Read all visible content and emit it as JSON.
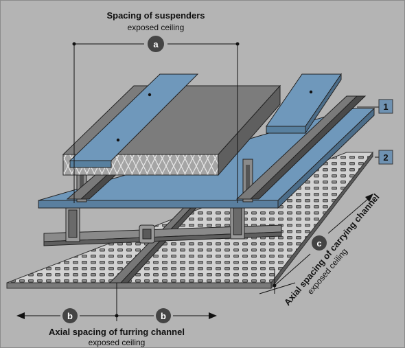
{
  "top_caption": {
    "title": "Spacing of suspenders",
    "subtitle": "exposed ceiling"
  },
  "bottom_caption": {
    "title": "Axial spacing of furring channel",
    "subtitle": "exposed ceiling"
  },
  "right_caption": {
    "title": "Axial spacing of carrying channel",
    "subtitle": "exposed ceiling"
  },
  "markers": {
    "a": "a",
    "b_left": "b",
    "b_right": "b",
    "c": "c"
  },
  "layer_tags": {
    "one": "1",
    "two": "2"
  },
  "colors": {
    "background": "#b4b4b4",
    "blue_panel": "#6f98bb",
    "tag_fill": "#6f92b2",
    "perforated_sheet": "#d4d4d4",
    "metal": "#8e8e8e"
  }
}
